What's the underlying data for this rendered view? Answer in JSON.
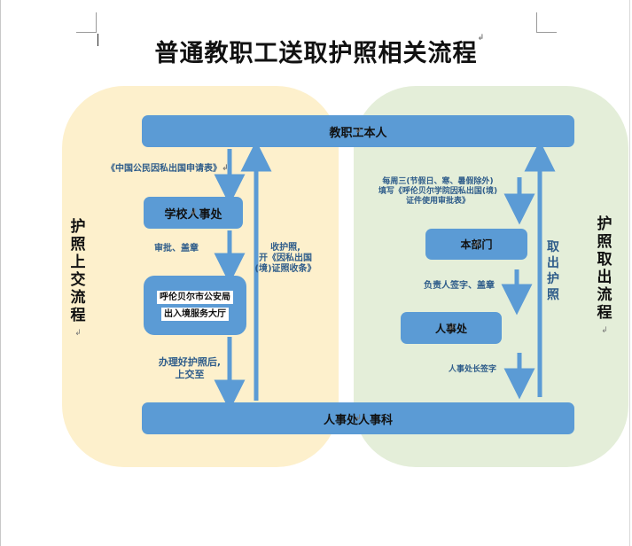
{
  "document": {
    "title": "普通教职工送取护照相关流程",
    "paragraph_mark": "↲"
  },
  "colors": {
    "left_panel": "#fdf0cc",
    "right_panel": "#e4eed9",
    "box_fill": "#5b9bd5",
    "arrow": "#5b9bd5",
    "note_text": "#2e5c8a"
  },
  "flow": {
    "top_box": "教职工本人",
    "bottom_box": "人事处人事科",
    "left": {
      "side_label": "护照上交流程",
      "apply_note": "《中国公民因私出国申请表》",
      "school_box": "学校人事处",
      "approve_note": "审批、盖章",
      "police_line1": "呼伦贝尔市公安局",
      "police_line2": "出入境服务大厅",
      "submit_note_line1": "办理好护照后,",
      "submit_note_line2": "上交至",
      "collect_note_line1": "收护照,",
      "collect_note_line2": "开《因私出国",
      "collect_note_line3": "(境)证照收条》"
    },
    "right": {
      "side_label": "护照取出流程",
      "weekly_line1": "每周三(节假日、寒、暑假除外)",
      "weekly_line2": "填写《呼伦贝尔学院因私出国(境)",
      "weekly_line3": "证件使用审批表》",
      "dept_box": "本部门",
      "leader_note": "负责人签字、盖章",
      "hr_box": "人事处",
      "hr_head_note": "人事处长签字",
      "retrieve_label": "取出护照"
    }
  }
}
